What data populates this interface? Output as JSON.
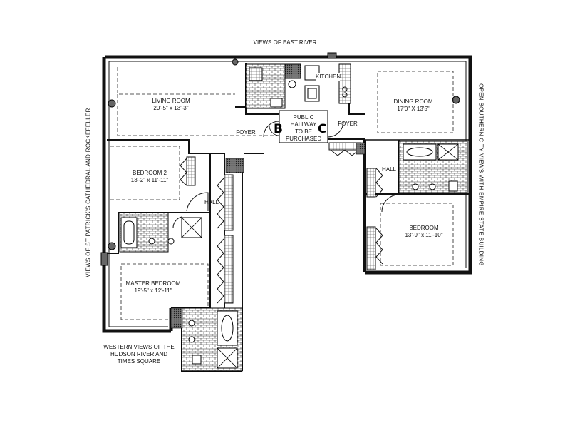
{
  "views": {
    "north": "VIEWS OF EAST RIVER",
    "west": "VIEWS OF ST PATRICK'S CATHEDRAL AND ROCKEFELLER",
    "east": "OPEN SOUTHERN CITY VIEWS WITH EMPIRE STATE BUILDING",
    "southwest_line1": "WESTERN VIEWS OF THE",
    "southwest_line2": "HUDSON RIVER AND",
    "southwest_line3": "TIMES SQUARE"
  },
  "rooms": {
    "living": {
      "name": "LIVING ROOM",
      "size": "20'-5\" x 13'-3\""
    },
    "dining": {
      "name": "DINING ROOM",
      "size": "17'0\" X 13'5\""
    },
    "bedroom2": {
      "name": "BEDROOM 2",
      "size": "13'-2\" x 11'-11\""
    },
    "bedroom": {
      "name": "BEDROOM",
      "size": "13'-9\" x 11'-10\""
    },
    "master": {
      "name": "MASTER BEDROOM",
      "size": "19'-5\" x 12'-11\""
    },
    "kitchen": {
      "name": "KITCHEN"
    }
  },
  "labels": {
    "foyer_left": "FOYER",
    "foyer_right": "FOYER",
    "hall_left": "HALL",
    "hall_right": "HALL",
    "public_line1": "PUBLIC",
    "public_line2": "HALLWAY",
    "public_line3": "TO BE",
    "public_line4": "PURCHASED",
    "unit_b": "B",
    "unit_c": "C"
  }
}
